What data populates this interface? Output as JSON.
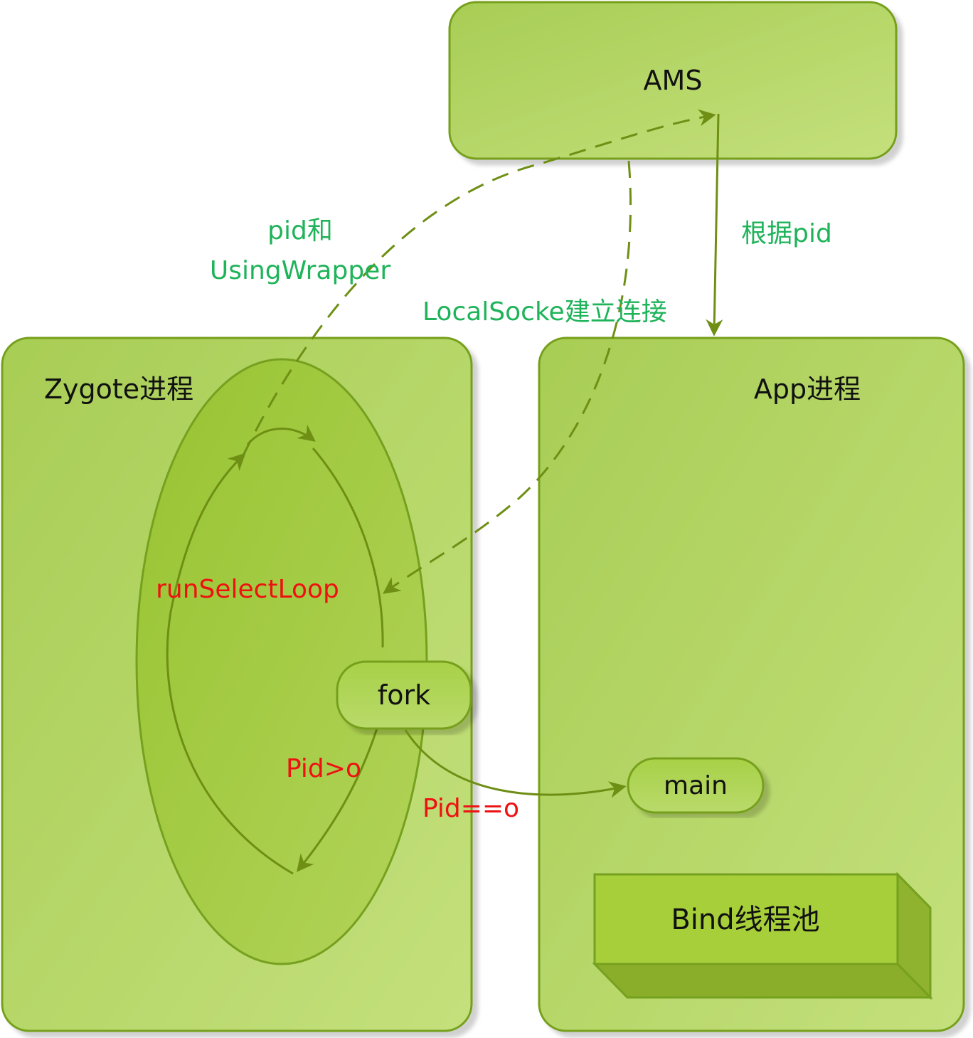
{
  "colors": {
    "box_fill": "#b3d465",
    "box_stroke": "#76a01f",
    "line": "#6e8f14",
    "green_text": "#1fb35a",
    "red_text": "#ee1111",
    "dark_text": "#111111"
  },
  "nodes": {
    "ams": {
      "label": "AMS"
    },
    "zygote": {
      "label": "Zygote进程"
    },
    "app": {
      "label": "App进程"
    },
    "fork": {
      "label": "fork"
    },
    "main": {
      "label": "main"
    },
    "bind_pool": {
      "label": "Bind线程池"
    }
  },
  "labels": {
    "pid_and_line1": "pid和",
    "pid_and_line2": "UsingWrapper",
    "by_pid": "根据pid",
    "local_socket": "LocalSocke建立连接",
    "run_select_loop": "runSelectLoop",
    "pid_gt": "Pid>o",
    "pid_eq": "Pid==o"
  },
  "edges": [
    {
      "from": "zygote",
      "to": "ams",
      "label": "pid和 UsingWrapper",
      "style": "dashed"
    },
    {
      "from": "ams",
      "to": "zygote",
      "label": "LocalSocke建立连接",
      "style": "dashed"
    },
    {
      "from": "ams",
      "to": "app",
      "label": "根据pid",
      "style": "solid"
    },
    {
      "from": "fork",
      "to": "main",
      "label": "Pid==o",
      "style": "solid"
    },
    {
      "from": "fork",
      "to": "runSelectLoop",
      "label": "Pid>o",
      "style": "solid"
    }
  ]
}
